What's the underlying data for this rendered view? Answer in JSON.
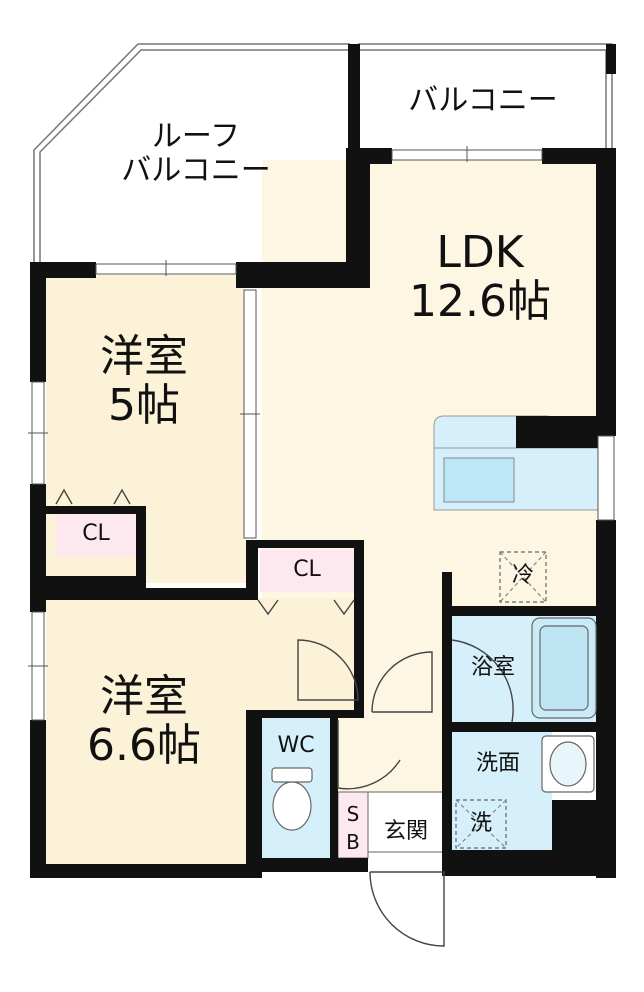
{
  "rooms": {
    "roof_balcony": {
      "line1": "ルーフ",
      "line2": "バルコニー"
    },
    "balcony": {
      "label": "バルコニー"
    },
    "ldk": {
      "line1": "LDK",
      "line2": "12.6帖"
    },
    "western1": {
      "line1": "洋室",
      "line2": "5帖"
    },
    "western2": {
      "line1": "洋室",
      "line2": "6.6帖"
    },
    "closet1": {
      "label": "CL"
    },
    "closet2": {
      "label": "CL"
    },
    "fridge": {
      "label": "冷"
    },
    "bath": {
      "label": "浴室"
    },
    "washroom": {
      "label": "洗面"
    },
    "washer": {
      "label": "洗"
    },
    "wc": {
      "label": "WC"
    },
    "shoebox": {
      "line1": "S",
      "line2": "B"
    },
    "entrance": {
      "label": "玄関"
    }
  },
  "colors": {
    "wall": "#111111",
    "ldk_floor": "#fdf6e3",
    "western_floor": "#fbf2d8",
    "wet_area": "#d6f0fb",
    "closet": "#fde8ef",
    "entrance_floor": "#ffffff"
  }
}
